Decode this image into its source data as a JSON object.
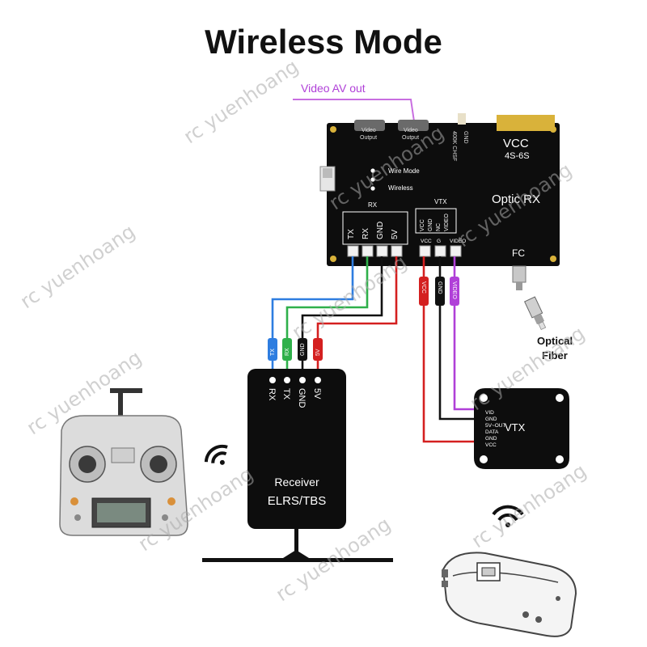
{
  "title": "Wireless Mode",
  "video_av_out": "Video AV out",
  "board": {
    "video_output_1": [
      "Video",
      "Output"
    ],
    "video_output_2": [
      "Video",
      "Output"
    ],
    "pin_label_400k_chsf": "400K CHSF",
    "pin_label_gnd": "GND",
    "vcc_label": "VCC",
    "vcc_voltage": "4S-6S",
    "optic_rx_label": "Optic RX",
    "fc_label": "FC",
    "mode_wire": "Wire Mode",
    "mode_wireless": "Wireless",
    "rx_header": "RX",
    "rx_pins": [
      "TX",
      "RX",
      "GND",
      "5V"
    ],
    "vtx_header": "VTX",
    "vtx_header_pins": [
      "VCC",
      "GND",
      "NC",
      "VIDEO"
    ],
    "vtx_out_pins": [
      "VCC",
      "G",
      "VIDEO"
    ]
  },
  "wire_tags_receiver": [
    "TX",
    "RX",
    "GND",
    "5V"
  ],
  "wire_tags_vtx": [
    "VCC",
    "GND",
    "VIDEO"
  ],
  "receiver": {
    "pins": [
      "RX",
      "TX",
      "GND",
      "5V"
    ],
    "label_line1": "Receiver",
    "label_line2": "ELRS/TBS"
  },
  "vtx": {
    "label": "VTX",
    "pins": [
      "VID",
      "GND",
      "5V~OUT",
      "DATA",
      "GND",
      "VCC"
    ]
  },
  "optical_fiber": [
    "Optical",
    "Fiber"
  ],
  "watermark": "rc yuenhoang",
  "colors": {
    "board": "#0d0d0d",
    "wire_blue": "#2e7de0",
    "wire_green": "#2fb04a",
    "wire_black": "#111111",
    "wire_red": "#d42020",
    "wire_purple": "#b040d8",
    "gold": "#d9b23a"
  }
}
